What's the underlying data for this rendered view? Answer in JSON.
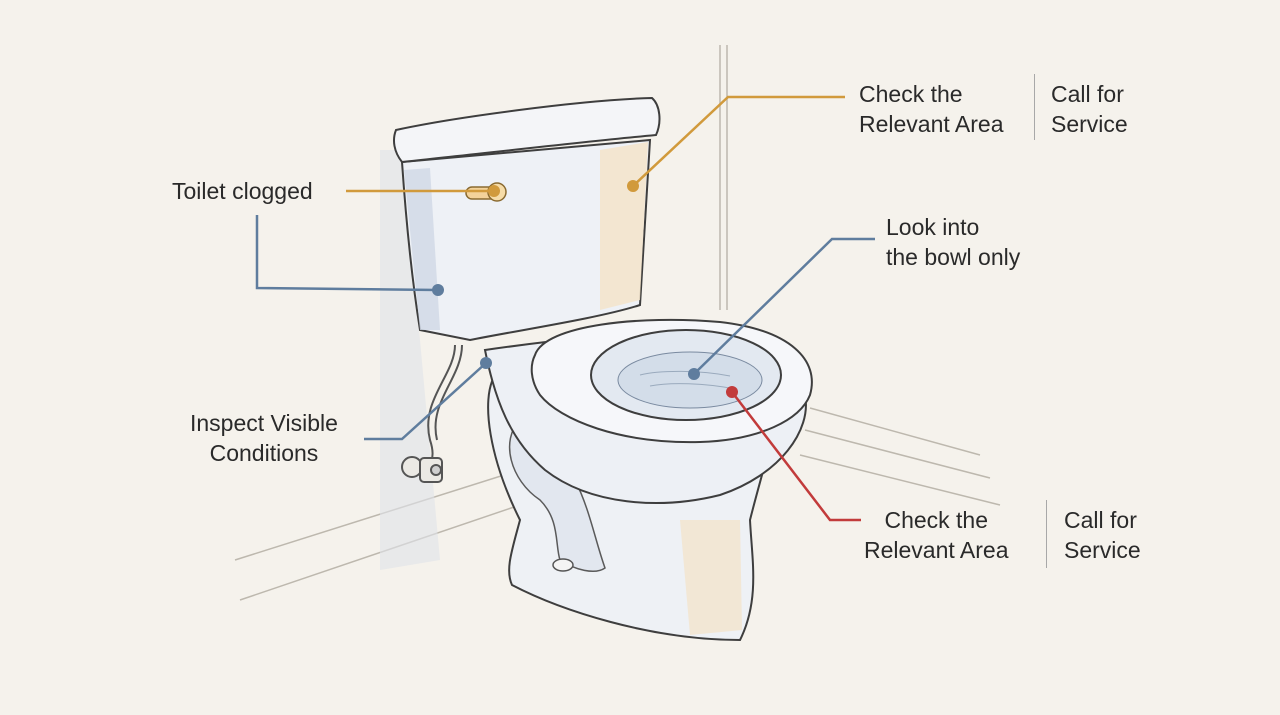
{
  "colors": {
    "orange": "#d19a3c",
    "blue": "#5f7d9e",
    "red": "#c23b3b",
    "background": "#f5f2ec",
    "ink": "#3e3e3e"
  },
  "labels": {
    "toilet_clogged": "Toilet clogged",
    "inspect": [
      "Inspect Visible",
      "Conditions"
    ],
    "look_into": [
      "Look into",
      "the bowl only"
    ],
    "top_check": [
      "Check the",
      "Relevant Area"
    ],
    "top_call": [
      "Call for",
      "Service"
    ],
    "bottom_check": [
      "Check the",
      "Relevant Area"
    ],
    "bottom_call": [
      "Call for",
      "Service"
    ]
  }
}
